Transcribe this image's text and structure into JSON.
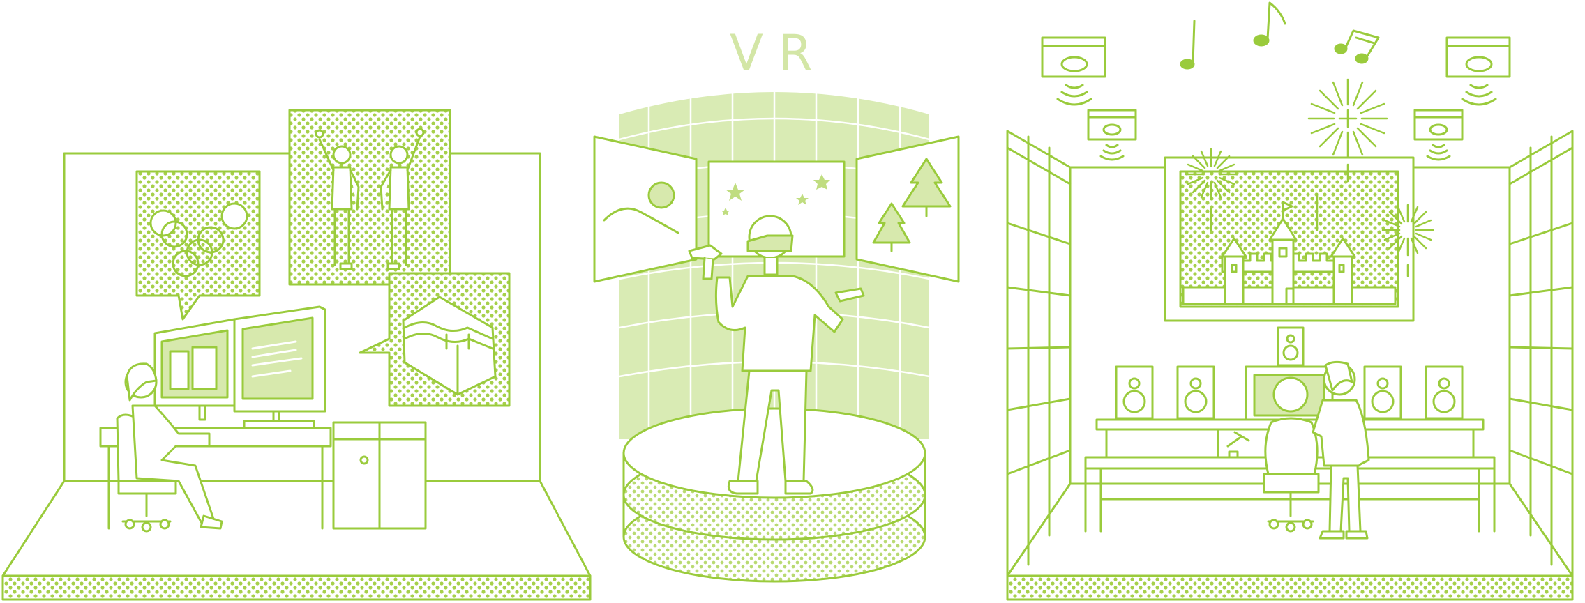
{
  "title": "VR",
  "colors": {
    "line": "#9acb3c",
    "fill": "#d7e9ad",
    "panel": "#d9ebb4",
    "dot": "#8fc33a",
    "screen": "#cfe59b",
    "background": "#ffffff"
  },
  "scenes": [
    {
      "name": "workstation",
      "icons": [
        "dual-monitor-icon",
        "office-chair-icon",
        "pc-tower-icon",
        "thought-bubble-icon"
      ]
    },
    {
      "name": "vr-room",
      "icons": [
        "vr-headset-icon",
        "motion-controller-icon",
        "platform-icon"
      ]
    },
    {
      "name": "sound-studio",
      "icons": [
        "speaker-icon",
        "music-note-icon",
        "firework-icon",
        "castle-icon",
        "mixing-desk-icon"
      ]
    }
  ]
}
